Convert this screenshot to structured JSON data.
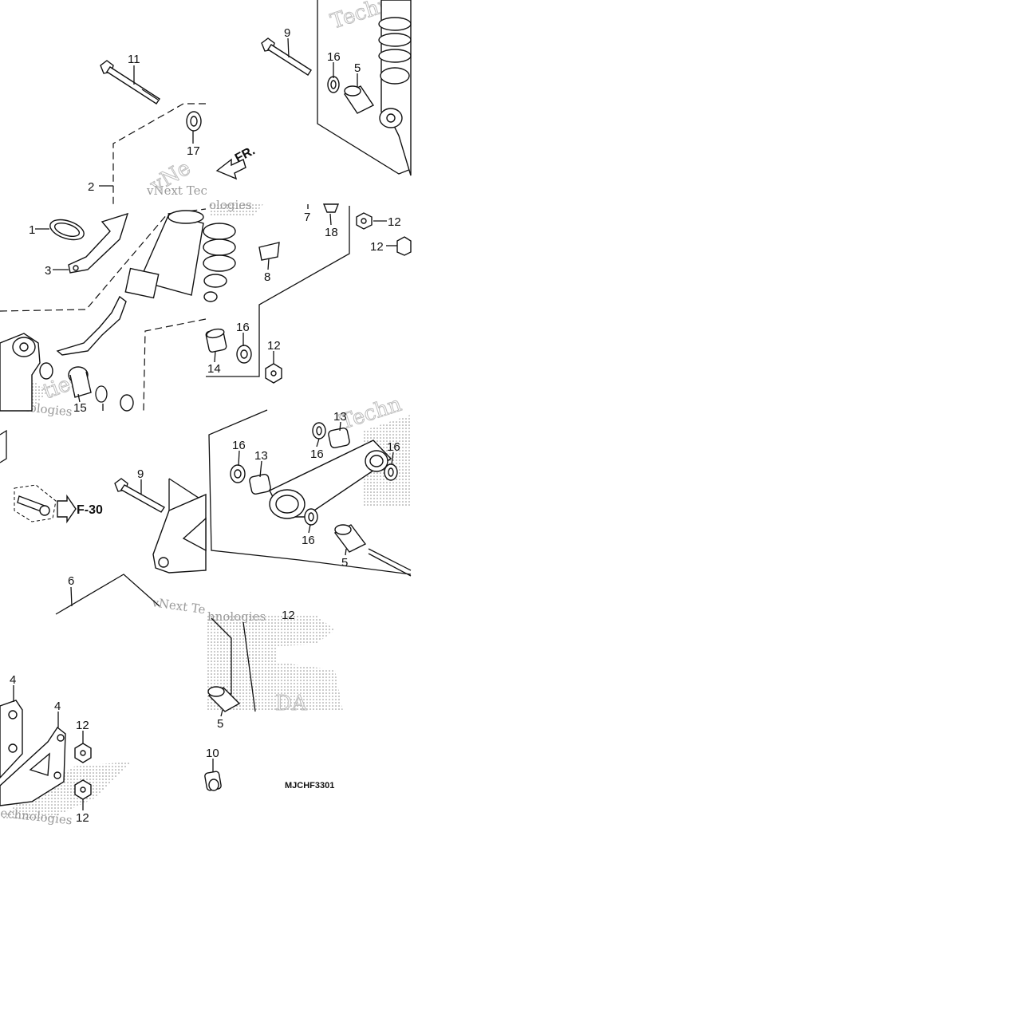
{
  "diagram": {
    "part_labels": [
      "1",
      "2",
      "3",
      "4",
      "4",
      "5",
      "5",
      "5",
      "6",
      "7",
      "8",
      "9",
      "9",
      "10",
      "11",
      "12",
      "12",
      "12",
      "12",
      "12",
      "12",
      "13",
      "13",
      "14",
      "15",
      "16",
      "16",
      "16",
      "16",
      "16",
      "16",
      "17",
      "18"
    ],
    "front_marker": "FR.",
    "reference_label": "F-30",
    "diagram_code": "MJCHF3301",
    "watermarks": {
      "w1": "Techn",
      "w2": "vNext Tec",
      "w3": "ologies",
      "w4": "echnologies",
      "w5": "Techn",
      "w6": "vNext Te",
      "w7": "hnologies",
      "w8": "echnologies",
      "w9": "ties",
      "w10": "vNe"
    },
    "brand_fragment": "DA"
  }
}
